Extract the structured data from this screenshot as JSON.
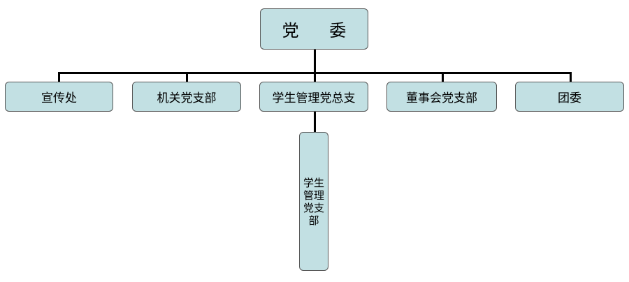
{
  "root": {
    "label": "党 委"
  },
  "children": [
    {
      "label": "宣传处"
    },
    {
      "label": "机关党支部"
    },
    {
      "label": "学生管理党总支"
    },
    {
      "label": "董事会党支部"
    },
    {
      "label": "团委"
    }
  ],
  "sub_child": {
    "label": "学生管理党支部"
  },
  "colors": {
    "box_fill": "#c2e0e3",
    "box_border": "#555555",
    "connector": "#000000"
  }
}
